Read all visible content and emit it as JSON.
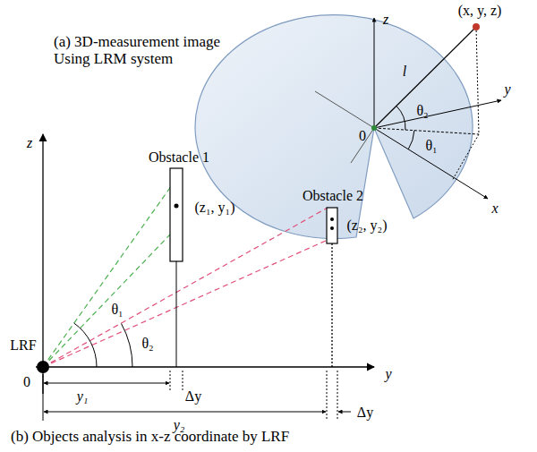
{
  "diagram": {
    "labels": [
      "(a) 3D-measurement image Using LRM system",
      "z",
      "(x, y, z)",
      "l",
      "y",
      "θ₂",
      "θ₁",
      "0",
      "x",
      "z",
      "Obstacle 1",
      "(z₁, y₁)",
      "Obstacle 2",
      "(z₂, y₂)",
      "LRF",
      "θ₁",
      "θ₂",
      "0",
      "y₁",
      "Δy",
      "y₂",
      "Δy",
      "y",
      "(b) Objects analysis in x-z coordinate by LRF"
    ]
  }
}
